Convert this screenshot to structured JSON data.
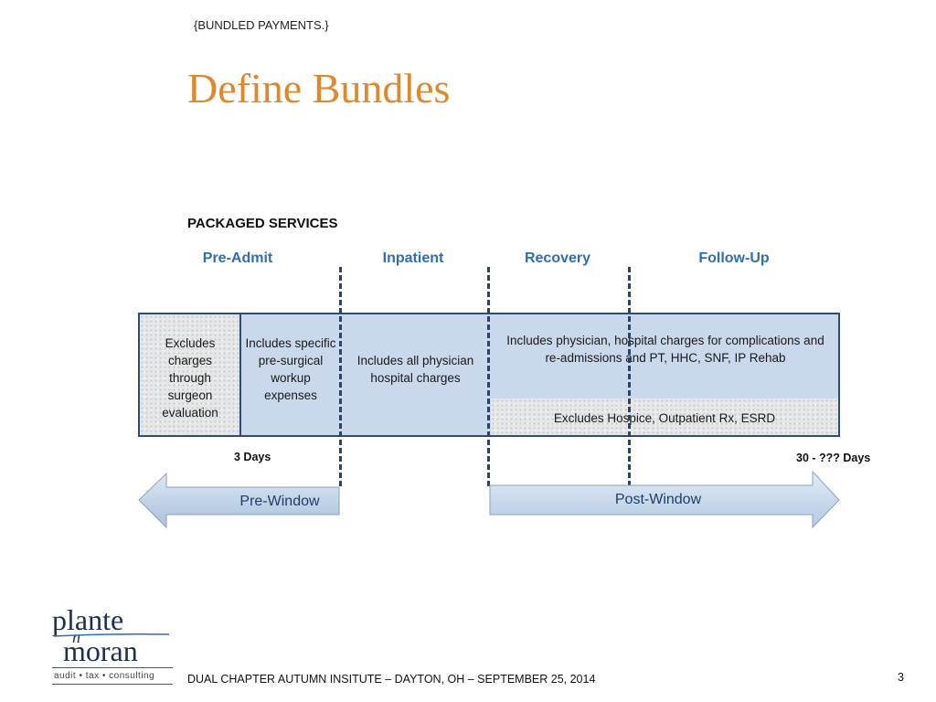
{
  "header": {
    "tag": "{BUNDLED PAYMENTS.}"
  },
  "title": "Define Bundles",
  "section_heading": "PACKAGED SERVICES",
  "phases": [
    "Pre-Admit",
    "Inpatient",
    "Recovery",
    "Follow-Up"
  ],
  "cells": {
    "excludes_surgeon": "Excludes charges through surgeon evaluation",
    "includes_presurgical": "Includes specific pre-surgical workup expenses",
    "includes_inpatient": "Includes all physician hospital charges",
    "includes_postacute": "Includes physician, hospital charges for complications and re-admissions and PT, HHC, SNF, IP Rehab",
    "excludes_postacute": "Excludes Hospice, Outpatient Rx, ESRD"
  },
  "durations": {
    "pre": "3 Days",
    "post": "30  - ??? Days"
  },
  "windows": {
    "pre": "Pre-Window",
    "post": "Post-Window"
  },
  "logo": {
    "top": "plante",
    "mid": "n",
    "bottom": "moran",
    "tagline": "audit • tax • consulting"
  },
  "footer": {
    "text": "DUAL CHAPTER AUTUMN INSITUTE – DAYTON, OH – SEPTEMBER 25, 2014",
    "page": "3"
  },
  "colors": {
    "title": "#e0872a",
    "phase": "#2f6fb0",
    "bar_fill": "#c9d8ea",
    "border": "#2c4d77",
    "dash": "#24456e"
  }
}
